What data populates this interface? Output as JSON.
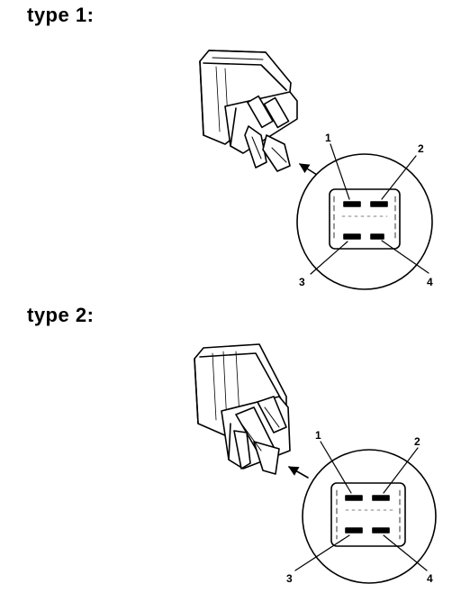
{
  "sections": [
    {
      "heading": "type 1:",
      "pin_labels": [
        "1",
        "2",
        "3",
        "4"
      ]
    },
    {
      "heading": "type 2:",
      "pin_labels": [
        "1",
        "2",
        "3",
        "4"
      ]
    }
  ],
  "colors": {
    "ink": "#000000",
    "paper": "#ffffff"
  }
}
